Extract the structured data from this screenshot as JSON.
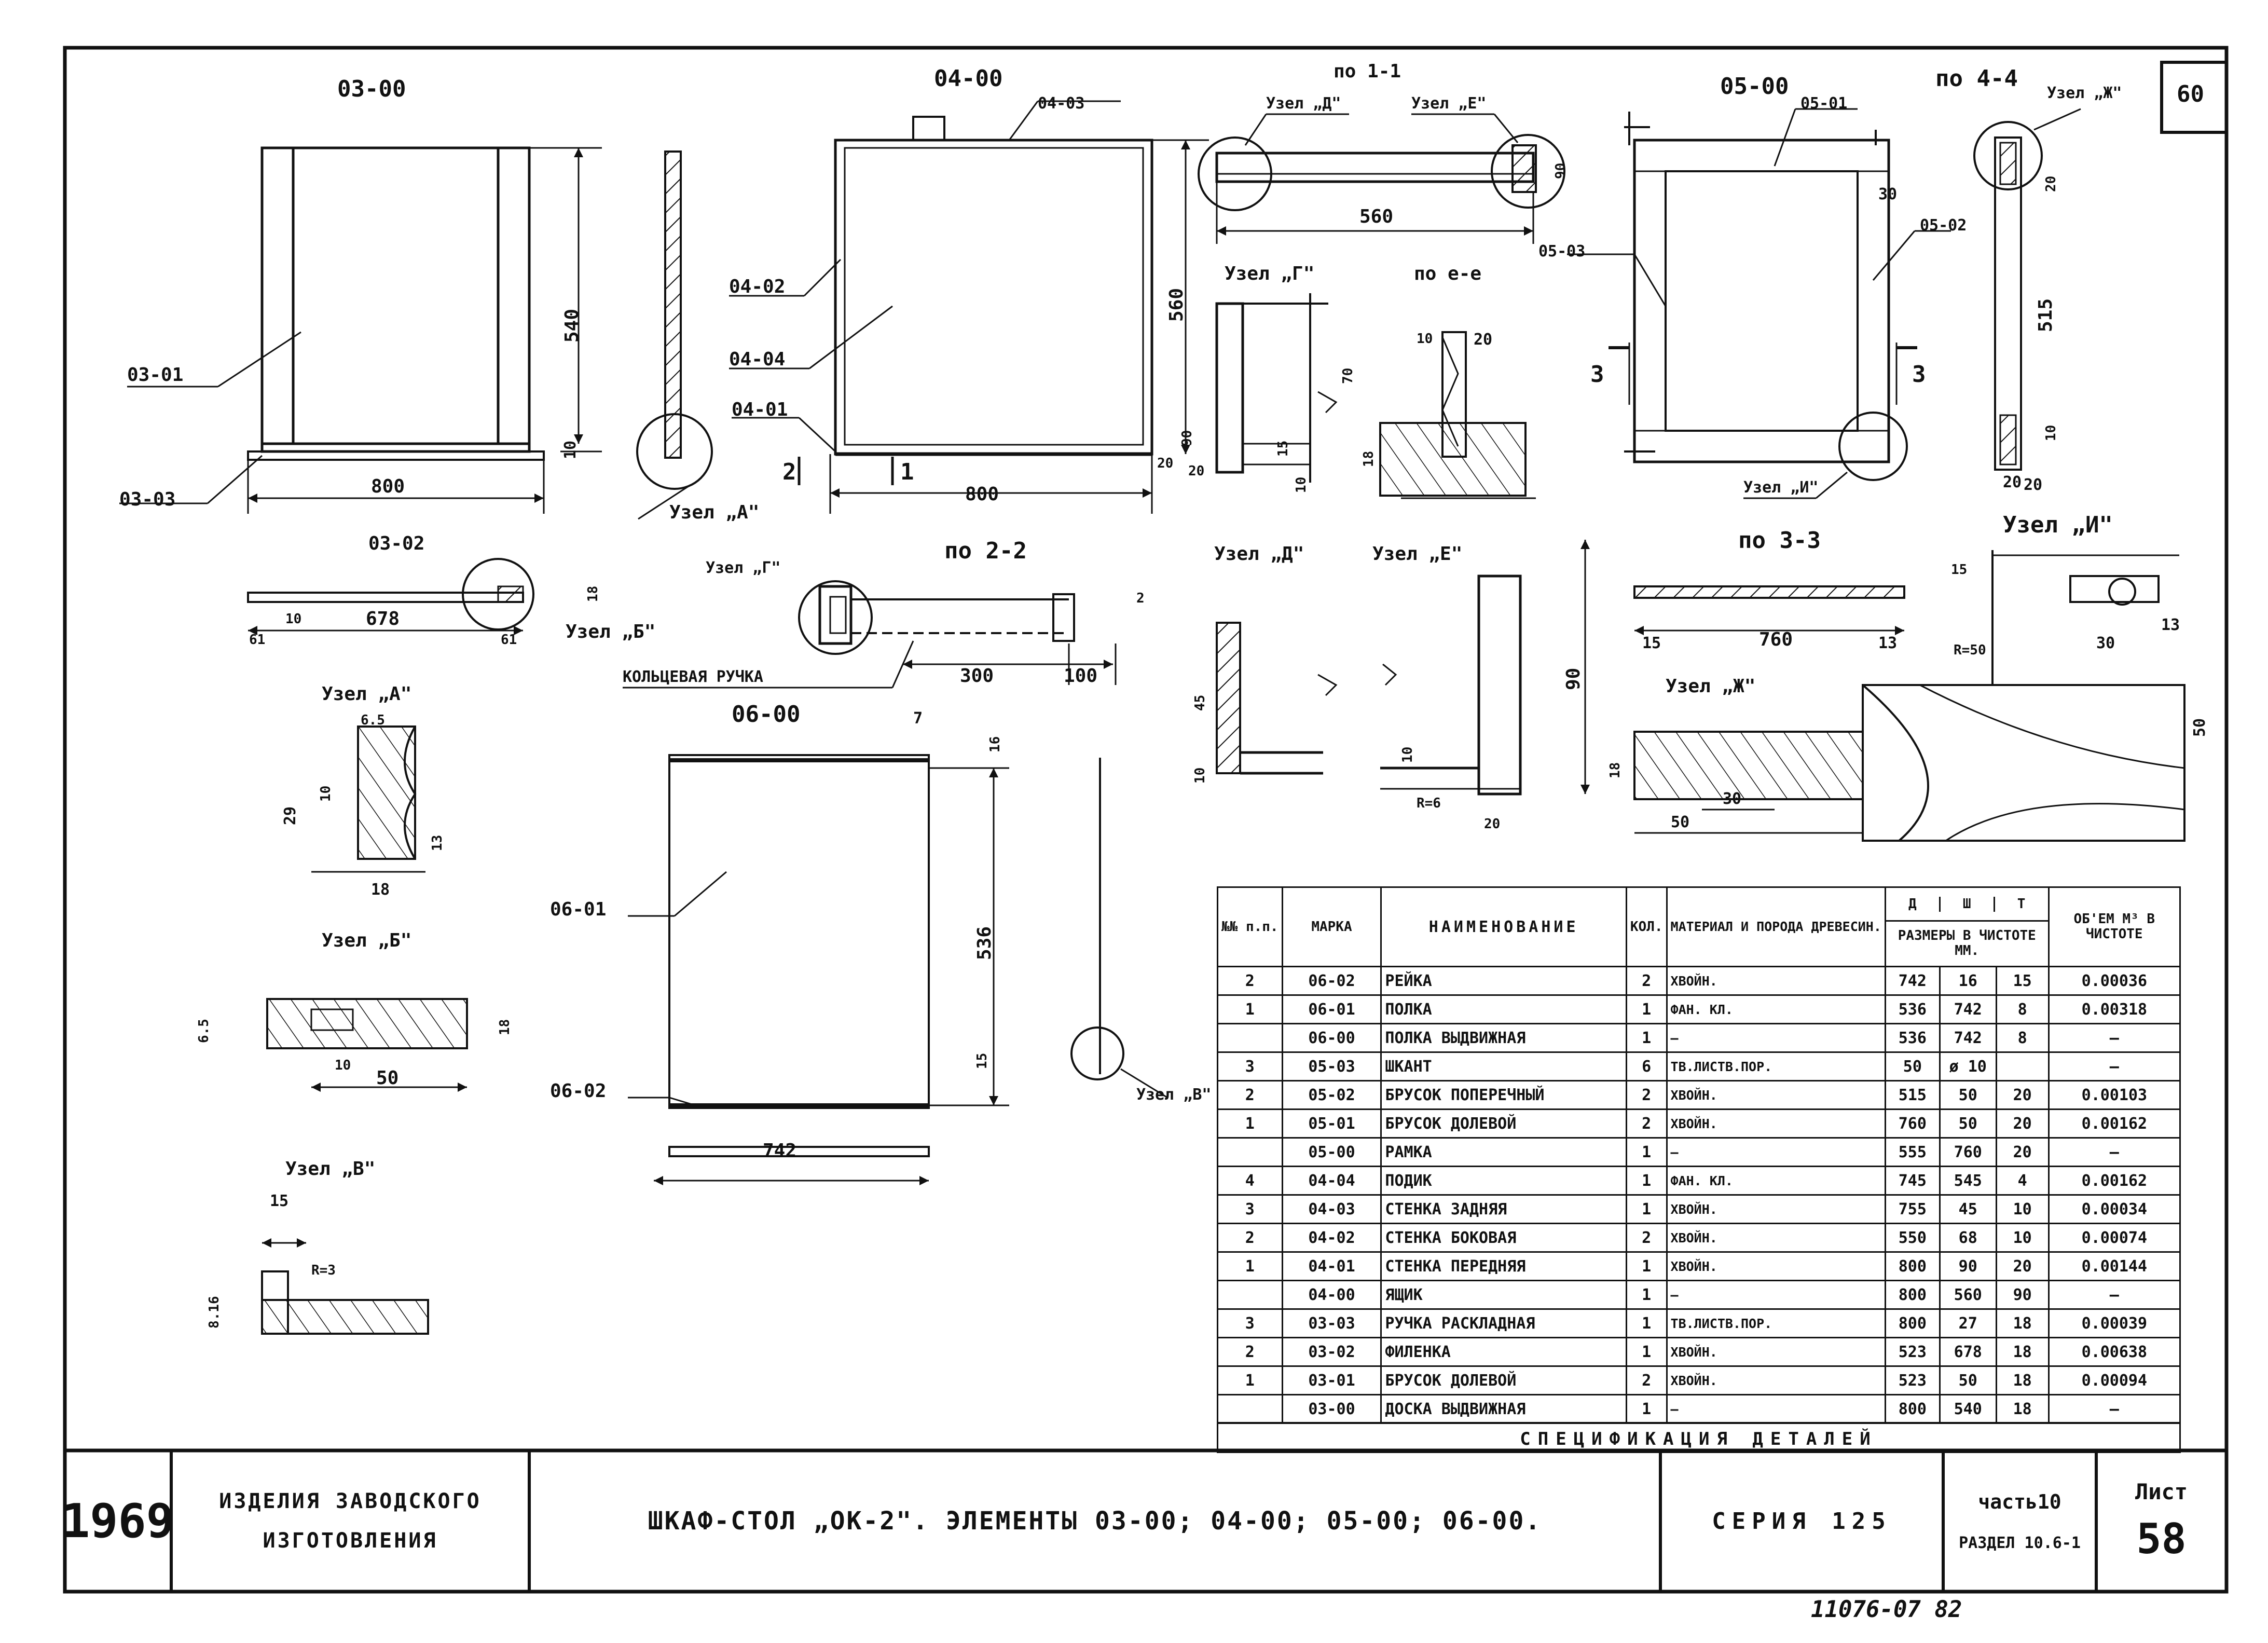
{
  "sheet": {
    "page_corner": "60",
    "title_block": {
      "year": "1969",
      "org_line1": "ИЗДЕЛИЯ ЗАВОДСКОГО",
      "org_line2": "ИЗГОТОВЛЕНИЯ",
      "drawing_title": "ШКАФ-СТОЛ „ОК-2\". ЭЛЕМЕНТЫ 03-00; 04-00; 05-00; 06-00.",
      "series": "СЕРИЯ 125",
      "part": "часть10",
      "section": "РАЗДЕЛ 10.6-1",
      "sheet_label": "Лист",
      "sheet_number": "58"
    },
    "footer_note": "11076-07   82"
  },
  "views": {
    "v0300": {
      "title": "03-00",
      "part_01": "03-01",
      "part_03": "03-03",
      "part_02": "03-02",
      "dim_width": "800",
      "dim_height": "540",
      "dim_base": "10",
      "dim_inner": "678",
      "dim_l": "61",
      "dim_10": "10",
      "dim_r": "61",
      "dim_18": "18",
      "node_a": "Узел „А\"",
      "node_b": "Узел „Б\""
    },
    "v0400": {
      "title": "04-00",
      "part_03": "04-03",
      "part_02": "04-02",
      "part_04": "04-04",
      "part_01": "04-01",
      "dim_width": "800",
      "dim_height": "560",
      "dim_20": "20",
      "dim_90": "90",
      "dim_20b": "20",
      "mark_1": "1",
      "mark_2": "2"
    },
    "s11": {
      "title": "по 1-1",
      "node_d": "Узел „Д\"",
      "node_e": "Узел „Е\"",
      "dim": "560",
      "dim_90": "90"
    },
    "s22": {
      "title": "по 2-2",
      "node_g": "Узел „Г\"",
      "ring": "КОЛЬЦЕВАЯ РУЧКА",
      "dim_300": "300",
      "dim_100": "100",
      "dim_2": "2"
    },
    "ng": {
      "title": "Узел „Г\"",
      "dim_70": "70",
      "dim_15": "15",
      "dim_10": "10"
    },
    "s_ee": {
      "title": "по е-е",
      "dim_10": "10",
      "dim_20": "20",
      "dim_18": "18"
    },
    "v0500": {
      "title": "05-00",
      "part_01": "05-01",
      "part_02": "05-02",
      "part_03": "05-03",
      "dim_30": "30",
      "mark_3": "3",
      "node_i": "Узел „И\""
    },
    "s44": {
      "title": "по 4-4",
      "node_zh": "Узел „Ж\"",
      "dim_20": "20",
      "dim_515": "515",
      "dim_10": "10",
      "dim_20b": "20"
    },
    "s33": {
      "title": "по 3-3",
      "dim_15": "15",
      "dim_760": "760",
      "dim_13": "13"
    },
    "nd": {
      "title": "Узел „Д\"",
      "dim_45": "45",
      "dim_10": "10"
    },
    "ne": {
      "title": "Узел „Е\"",
      "dim_90": "90",
      "dim_10": "10",
      "dim_r": "R=6",
      "dim_20": "20"
    },
    "nzh": {
      "title": "Узел „Ж\"",
      "dim_30": "30",
      "dim_50": "50",
      "dim_18": "18"
    },
    "ni": {
      "title": "Узел „И\"",
      "dim_30": "30",
      "dim_20": "20",
      "dim_50": "50",
      "dim_13": "13",
      "dim_r": "R=50",
      "dim_15": "15"
    },
    "na": {
      "title": "Узел „А\"",
      "dim_65": "6.5",
      "dim_10": "10",
      "dim_29": "29",
      "dim_13": "13",
      "dim_18": "18"
    },
    "nb": {
      "title": "Узел „Б\"",
      "dim_65": "6.5",
      "dim_18": "18",
      "dim_10": "10",
      "dim_50": "50"
    },
    "nv": {
      "title": "Узел „В\"",
      "dim_15": "15",
      "dim_816": "8.16",
      "dim_r": "R=3"
    },
    "v0600": {
      "title": "06-00",
      "part_01": "06-01",
      "part_02": "06-02",
      "dim_742": "742",
      "dim_536": "536",
      "dim_15": "15",
      "dim_7": "7",
      "dim_16": "16",
      "node_v": "Узел „В\""
    }
  },
  "spec": {
    "title": "СПЕЦИФИКАЦИЯ ДЕТАЛЕЙ",
    "headers": {
      "no": "№№ п.п.",
      "mark": "МАРКА",
      "name": "НАИМЕНОВАНИЕ",
      "qty": "КОЛ.",
      "material": "МАТЕРИАЛ И ПОРОДА ДРЕВЕСИН.",
      "dims": "РАЗМЕРЫ В ЧИСТОТЕ ММ.",
      "d": "Д",
      "sh": "Ш",
      "t": "Т",
      "volume": "ОБ'ЕМ М³ В ЧИСТОТЕ"
    },
    "rows": [
      {
        "no": "2",
        "mark": "06-02",
        "name": "РЕЙКА",
        "qty": "2",
        "mat": "ХВОЙН.",
        "d": "742",
        "sh": "16",
        "t": "15",
        "vol": "0.00036"
      },
      {
        "no": "1",
        "mark": "06-01",
        "name": "ПОЛКА",
        "qty": "1",
        "mat": "ФАН. КЛ.",
        "d": "536",
        "sh": "742",
        "t": "8",
        "vol": "0.00318"
      },
      {
        "no": "",
        "mark": "06-00",
        "name": "ПОЛКА ВЫДВИЖНАЯ",
        "qty": "1",
        "mat": "—",
        "d": "536",
        "sh": "742",
        "t": "8",
        "vol": "—"
      },
      {
        "no": "3",
        "mark": "05-03",
        "name": "ШКАНТ",
        "qty": "6",
        "mat": "ТВ.ЛИСТВ.ПОР.",
        "d": "50",
        "sh": "ø 10",
        "t": "",
        "vol": "—"
      },
      {
        "no": "2",
        "mark": "05-02",
        "name": "БРУСОК ПОПЕРЕЧНЫЙ",
        "qty": "2",
        "mat": "ХВОЙН.",
        "d": "515",
        "sh": "50",
        "t": "20",
        "vol": "0.00103"
      },
      {
        "no": "1",
        "mark": "05-01",
        "name": "БРУСОК ДОЛЕВОЙ",
        "qty": "2",
        "mat": "ХВОЙН.",
        "d": "760",
        "sh": "50",
        "t": "20",
        "vol": "0.00162"
      },
      {
        "no": "",
        "mark": "05-00",
        "name": "РАМКА",
        "qty": "1",
        "mat": "—",
        "d": "555",
        "sh": "760",
        "t": "20",
        "vol": "—"
      },
      {
        "no": "4",
        "mark": "04-04",
        "name": "ПОДИК",
        "qty": "1",
        "mat": "ФАН. КЛ.",
        "d": "745",
        "sh": "545",
        "t": "4",
        "vol": "0.00162"
      },
      {
        "no": "3",
        "mark": "04-03",
        "name": "СТЕНКА ЗАДНЯЯ",
        "qty": "1",
        "mat": "ХВОЙН.",
        "d": "755",
        "sh": "45",
        "t": "10",
        "vol": "0.00034"
      },
      {
        "no": "2",
        "mark": "04-02",
        "name": "СТЕНКА БОКОВАЯ",
        "qty": "2",
        "mat": "ХВОЙН.",
        "d": "550",
        "sh": "68",
        "t": "10",
        "vol": "0.00074"
      },
      {
        "no": "1",
        "mark": "04-01",
        "name": "СТЕНКА ПЕРЕДНЯЯ",
        "qty": "1",
        "mat": "ХВОЙН.",
        "d": "800",
        "sh": "90",
        "t": "20",
        "vol": "0.00144"
      },
      {
        "no": "",
        "mark": "04-00",
        "name": "ЯЩИК",
        "qty": "1",
        "mat": "—",
        "d": "800",
        "sh": "560",
        "t": "90",
        "vol": "—"
      },
      {
        "no": "3",
        "mark": "03-03",
        "name": "РУЧКА РАСКЛАДНАЯ",
        "qty": "1",
        "mat": "ТВ.ЛИСТВ.ПОР.",
        "d": "800",
        "sh": "27",
        "t": "18",
        "vol": "0.00039"
      },
      {
        "no": "2",
        "mark": "03-02",
        "name": "ФИЛЕНКА",
        "qty": "1",
        "mat": "ХВОЙН.",
        "d": "523",
        "sh": "678",
        "t": "18",
        "vol": "0.00638"
      },
      {
        "no": "1",
        "mark": "03-01",
        "name": "БРУСОК ДОЛЕВОЙ",
        "qty": "2",
        "mat": "ХВОЙН.",
        "d": "523",
        "sh": "50",
        "t": "18",
        "vol": "0.00094"
      },
      {
        "no": "",
        "mark": "03-00",
        "name": "ДОСКА ВЫДВИЖНАЯ",
        "qty": "1",
        "mat": "—",
        "d": "800",
        "sh": "540",
        "t": "18",
        "vol": "—"
      }
    ]
  }
}
